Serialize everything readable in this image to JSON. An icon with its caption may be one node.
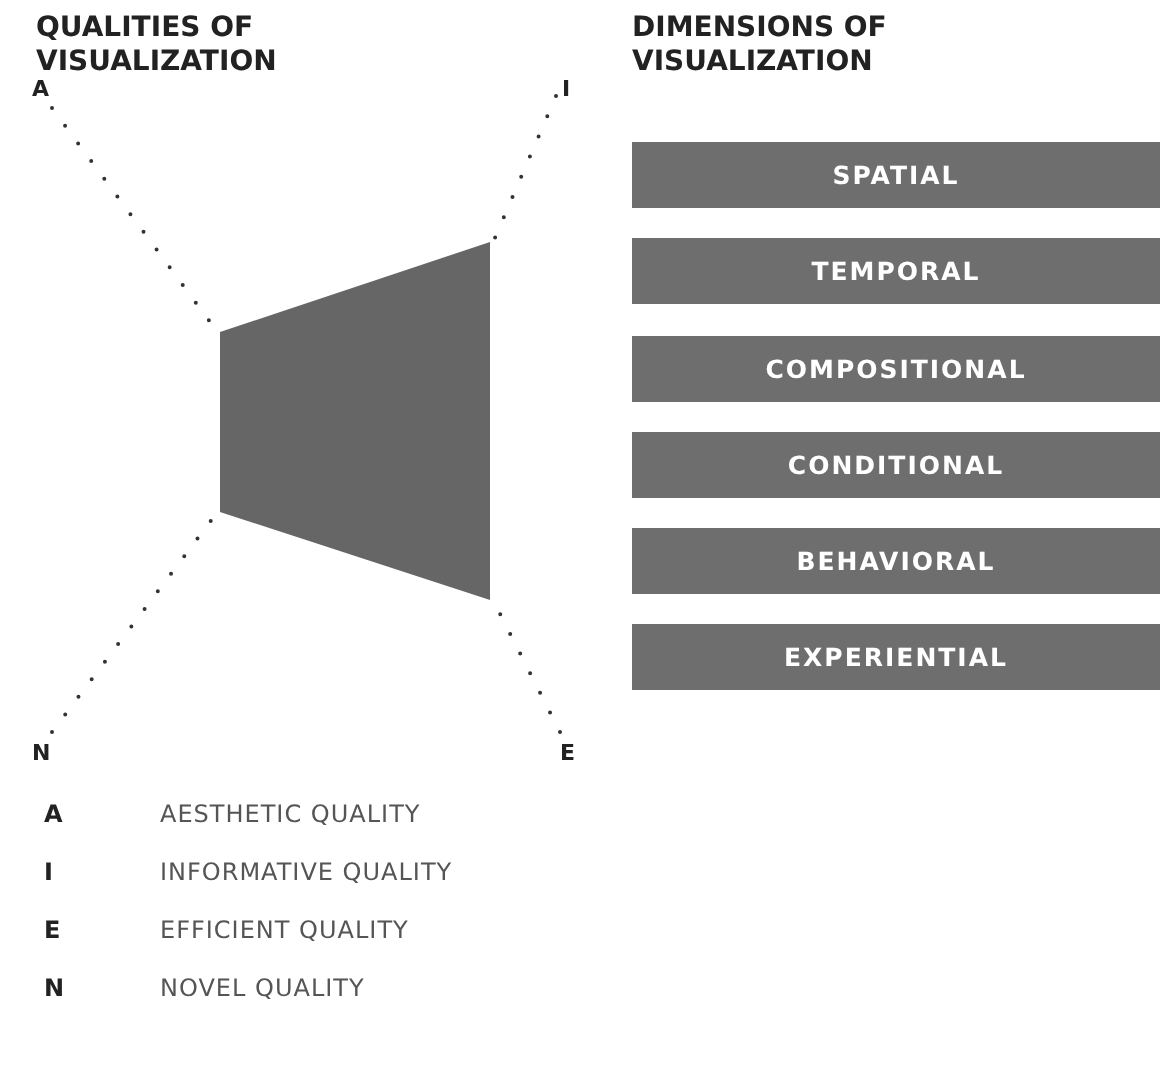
{
  "diagram": {
    "nodes": [
      {
        "text": [
          "A"
        ]
      },
      {
        "text": [
          "I"
        ]
      },
      {
        "text": [],
        "shape": "trapezoid"
      },
      {
        "text": [
          "N"
        ]
      },
      {
        "text": [
          "E"
        ]
      },
      {
        "text": [
          "SPATIAL"
        ]
      },
      {
        "text": [
          "TEMPORAL"
        ]
      },
      {
        "text": [
          "COMPOSITIONAL"
        ]
      },
      {
        "text": [
          "CONDITIONAL"
        ]
      },
      {
        "text": [
          "BEHAVIORAL"
        ]
      },
      {
        "text": [
          "EXPERIENTIAL"
        ]
      }
    ],
    "edges": [
      {
        "from": 0,
        "to": 2,
        "arrow": "none",
        "style": "dashed"
      },
      {
        "from": 1,
        "to": 2,
        "arrow": "none",
        "style": "dashed"
      },
      {
        "from": 3,
        "to": 2,
        "arrow": "none",
        "style": "dashed"
      },
      {
        "from": 4,
        "to": 2,
        "arrow": "none",
        "style": "dashed"
      }
    ],
    "labels": [
      "QUALITIES OF VISUALIZATION",
      "DIMENSIONS OF VISUALIZATION",
      "A",
      "AESTHETIC QUALITY",
      "I",
      "INFORMATIVE QUALITY",
      "E",
      "EFFICIENT QUALITY",
      "N",
      "NOVEL QUALITY"
    ]
  }
}
